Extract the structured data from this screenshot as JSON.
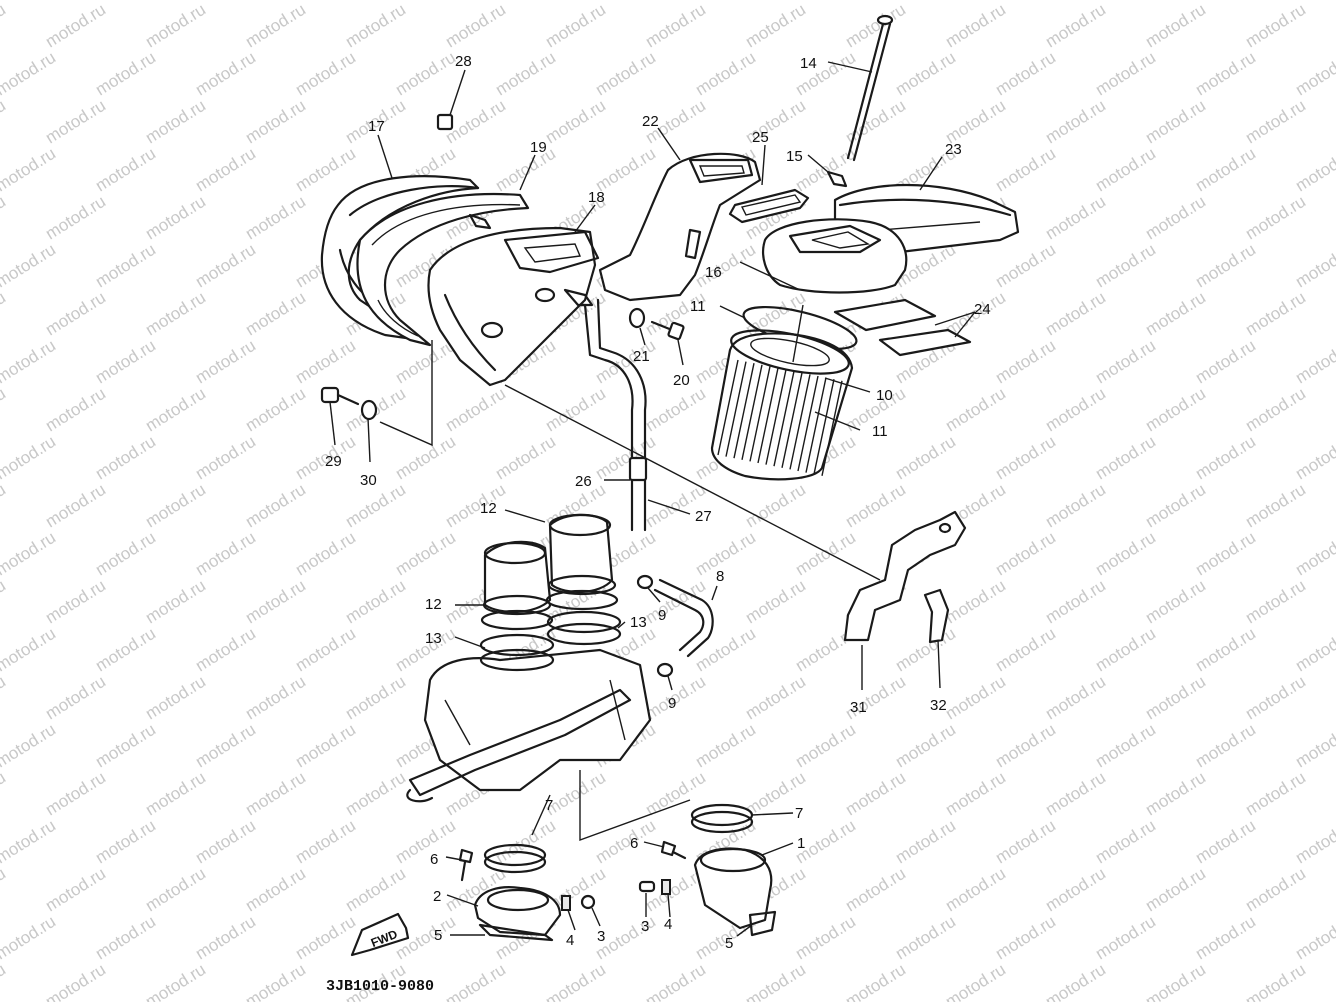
{
  "watermark": "motod.ru",
  "diagram_code": "3JB1010-9080",
  "fwd_label": "FWD",
  "labels": {
    "p1": "1",
    "p2": "2",
    "p3a": "3",
    "p3b": "3",
    "p4a": "4",
    "p4b": "4",
    "p5a": "5",
    "p5b": "5",
    "p6a": "6",
    "p6b": "6",
    "p7a": "7",
    "p7b": "7",
    "p8": "8",
    "p9a": "9",
    "p9b": "9",
    "p10": "10",
    "p11a": "11",
    "p11b": "11",
    "p12a": "12",
    "p12b": "12",
    "p13a": "13",
    "p13b": "13",
    "p14": "14",
    "p15": "15",
    "p16": "16",
    "p17": "17",
    "p18": "18",
    "p19": "19",
    "p20": "20",
    "p21": "21",
    "p22": "22",
    "p23": "23",
    "p24": "24",
    "p25": "25",
    "p26": "26",
    "p27": "27",
    "p28": "28",
    "p29": "29",
    "p30": "30",
    "p31": "31",
    "p32": "32"
  }
}
